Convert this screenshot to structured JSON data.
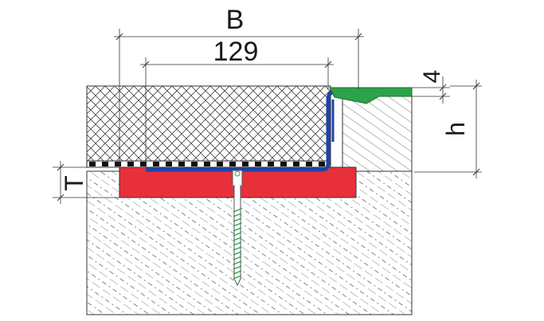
{
  "dimensions": {
    "B": "B",
    "width_value": "129",
    "thickness_top": "4",
    "height": "h",
    "thickness_T": "T"
  },
  "colors": {
    "profile_blue": "#1f44a8",
    "top_cover_green": "#2aa34a",
    "adhesive_red": "#e8303a",
    "screw_green": "#2aa34a",
    "hatch": "#555555",
    "outline": "#333333"
  }
}
